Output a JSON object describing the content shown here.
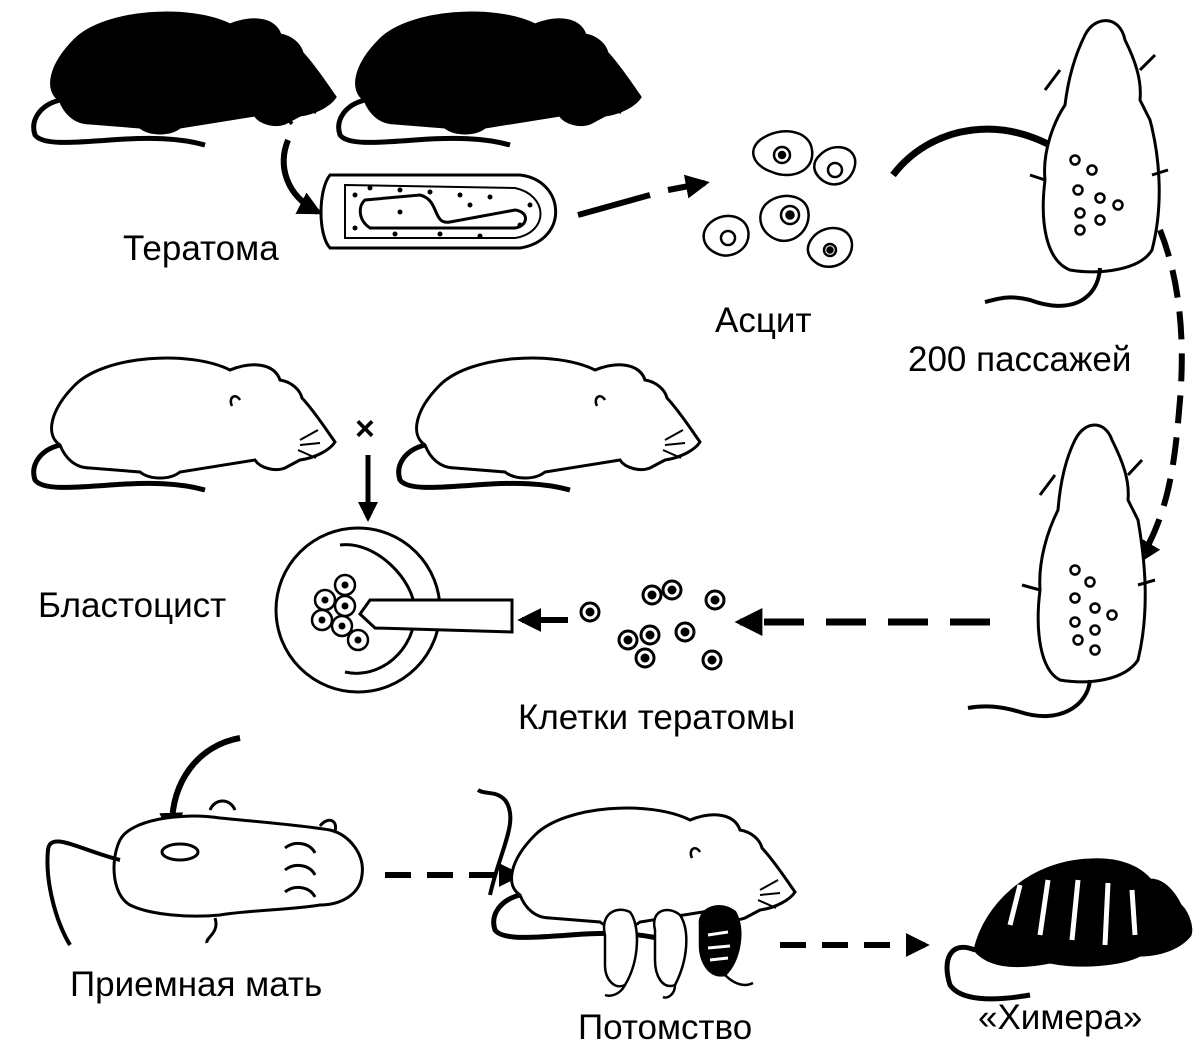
{
  "labels": {
    "teratoma": "Тератома",
    "ascites": "Асцит",
    "passages": "200 пассажей",
    "blastocyst": "Бластоцист",
    "teratoma_cells": "Клетки тератомы",
    "foster_mother": "Приемная мать",
    "offspring": "Потомство",
    "chimera": "«Химера»"
  },
  "cross_symbol": "×",
  "colors": {
    "ink": "#000000",
    "paper": "#ffffff"
  }
}
